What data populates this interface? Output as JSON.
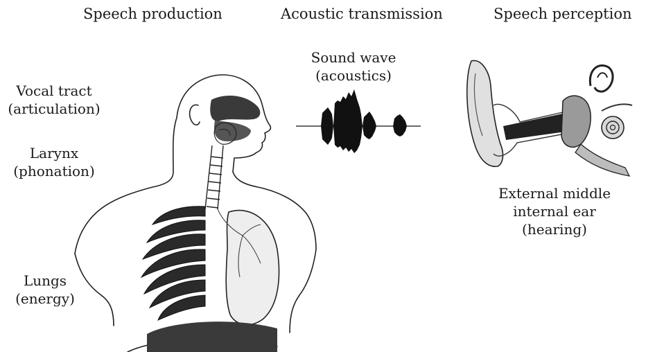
{
  "headers": {
    "production": "Speech production",
    "transmission": "Acoustic transmission",
    "perception": "Speech perception"
  },
  "labels": {
    "vocal_tract": {
      "line1": "Vocal tract",
      "line2": "(articulation)"
    },
    "larynx": {
      "line1": "Larynx",
      "line2": "(phonation)"
    },
    "lungs": {
      "line1": "Lungs",
      "line2": "(energy)"
    },
    "sound_wave": {
      "line1": "Sound wave",
      "line2": "(acoustics)"
    },
    "ear": {
      "line1": "External middle",
      "line2": "internal ear",
      "line3": "(hearing)"
    }
  }
}
